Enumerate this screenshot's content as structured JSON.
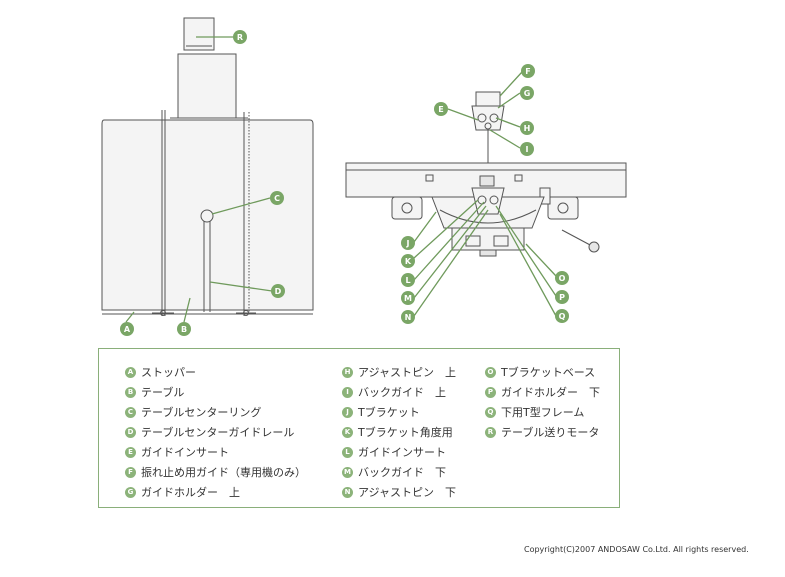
{
  "callouts": [
    "R",
    "C",
    "D",
    "A",
    "B",
    "F",
    "G",
    "E",
    "H",
    "I",
    "J",
    "K",
    "L",
    "M",
    "N",
    "O",
    "P",
    "Q"
  ],
  "legend": {
    "col1": [
      {
        "letter": "A",
        "label": "ストッパー"
      },
      {
        "letter": "B",
        "label": "テーブル"
      },
      {
        "letter": "C",
        "label": "テーブルセンターリング"
      },
      {
        "letter": "D",
        "label": "テーブルセンターガイドレール"
      },
      {
        "letter": "E",
        "label": "ガイドインサート"
      },
      {
        "letter": "F",
        "label": "振れ止め用ガイド（専用機のみ）"
      },
      {
        "letter": "G",
        "label": "ガイドホルダー　上"
      }
    ],
    "col2": [
      {
        "letter": "H",
        "label": "アジャストピン　上"
      },
      {
        "letter": "I",
        "label": "バックガイド　上"
      },
      {
        "letter": "J",
        "label": "Tブラケット"
      },
      {
        "letter": "K",
        "label": "Tブラケット角度用"
      },
      {
        "letter": "L",
        "label": "ガイドインサート"
      },
      {
        "letter": "M",
        "label": "バックガイド　下"
      },
      {
        "letter": "N",
        "label": "アジャストピン　下"
      }
    ],
    "col3": [
      {
        "letter": "O",
        "label": "Tブラケットベース"
      },
      {
        "letter": "P",
        "label": "ガイドホルダー　下"
      },
      {
        "letter": "Q",
        "label": "下用T型フレーム"
      },
      {
        "letter": "R",
        "label": "テーブル送りモータ"
      }
    ]
  },
  "copyright": "Copyright(C)2007 ANDOSAW Co.Ltd. All rights reserved.",
  "colors": {
    "accent": "#7aa666",
    "border": "#8aaf7a",
    "line": "#555555"
  }
}
